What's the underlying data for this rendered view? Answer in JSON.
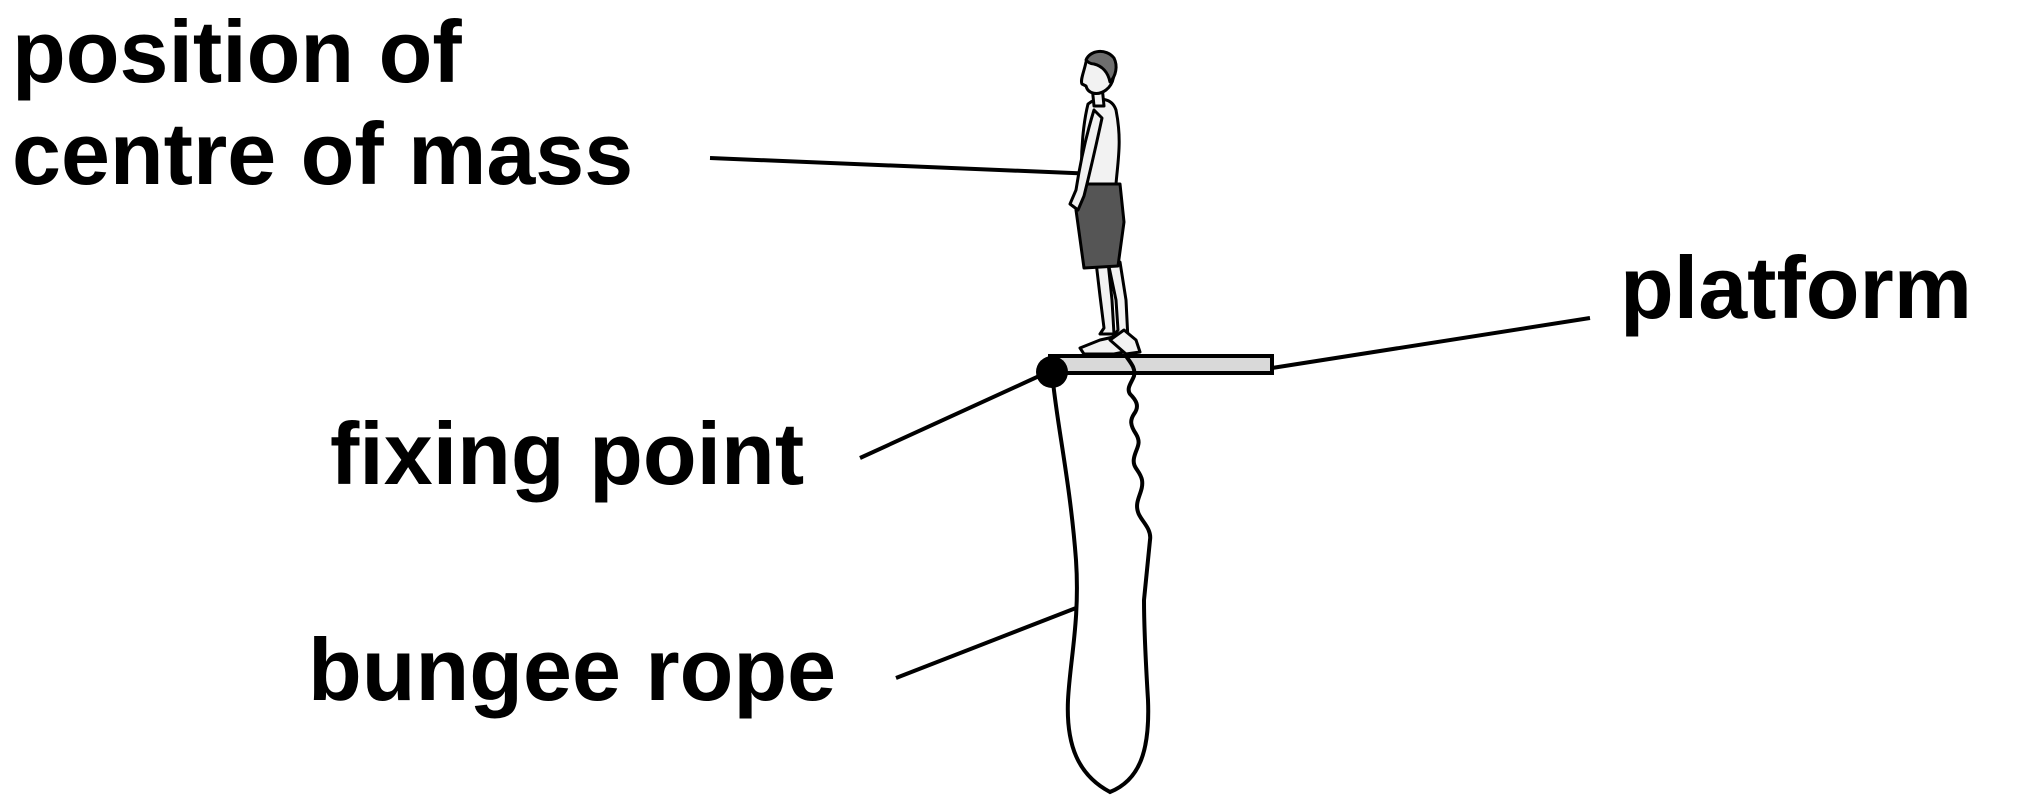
{
  "labels": {
    "centre_of_mass_line1": "position of",
    "centre_of_mass_line2": "centre of mass",
    "platform": "platform",
    "fixing_point": "fixing point",
    "bungee_rope": "bungee rope"
  },
  "colors": {
    "ink": "#000000",
    "platform_fill": "#d9d9d9",
    "shorts": "#555555",
    "skin": "#f2f2f2",
    "hair": "#6e6e6e"
  }
}
